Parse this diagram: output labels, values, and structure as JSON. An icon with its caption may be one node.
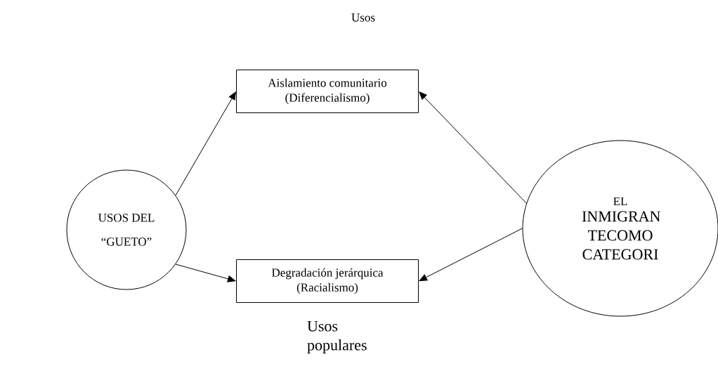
{
  "diagram": {
    "nodes": [
      {
        "text": [
          "USOS DEL",
          "“GUETO”"
        ]
      },
      {
        "text": [
          "Aislamiento comunitario (Diferencialismo)"
        ]
      },
      {
        "text": [
          "Degradación jerárquica (Racialismo)"
        ]
      },
      {
        "text": [
          "EL",
          "INMIGRAN TECOMO CATEGORI"
        ]
      }
    ],
    "edges": [
      {
        "from": 0,
        "to": 1,
        "arrow": "to"
      },
      {
        "from": 0,
        "to": 2,
        "arrow": "to"
      },
      {
        "from": 3,
        "to": 1,
        "arrow": "to"
      },
      {
        "from": 3,
        "to": 2,
        "arrow": "to"
      }
    ],
    "labels": [
      "Usos",
      "Usos populares"
    ]
  }
}
